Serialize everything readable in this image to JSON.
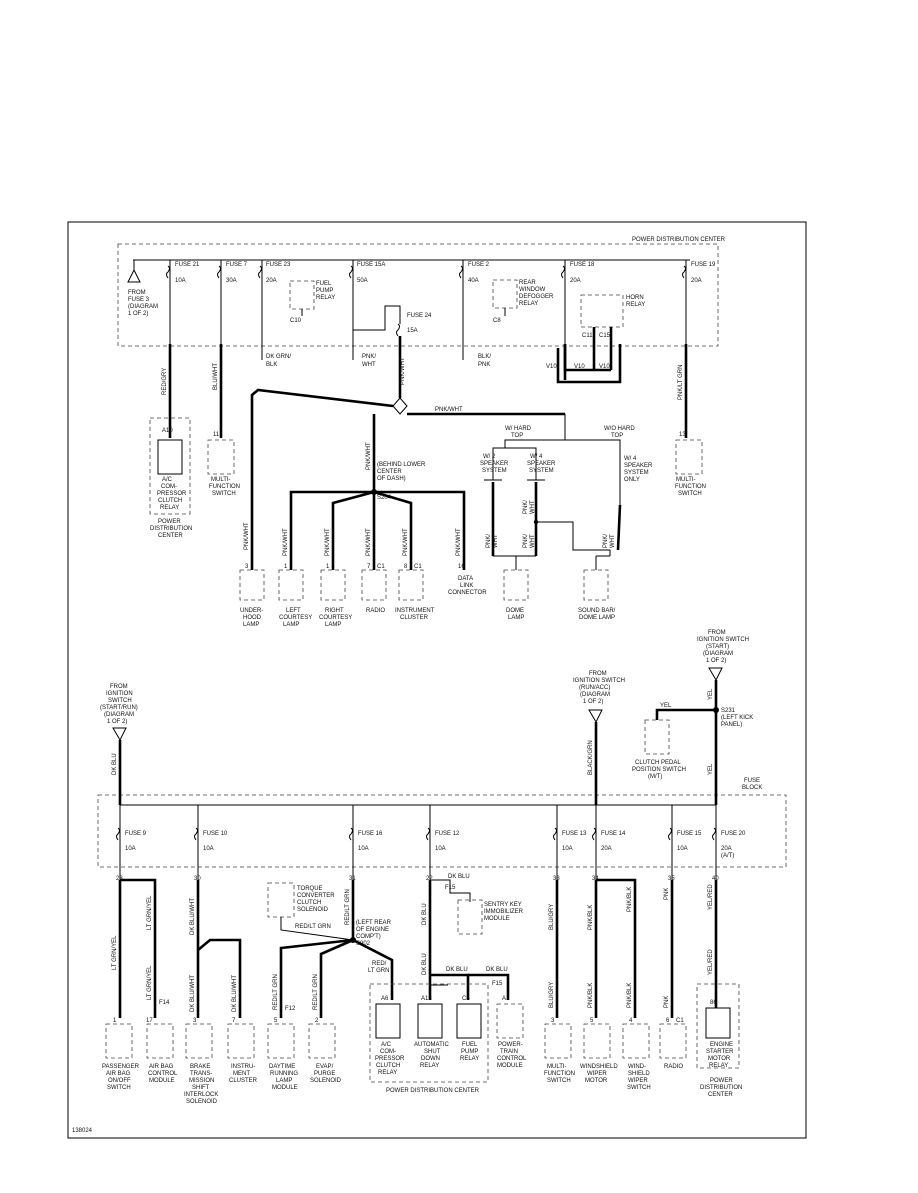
{
  "figure_id": "138024",
  "upper": {
    "pdc_title": "POWER DISTRIBUTION CENTER",
    "fuses": [
      {
        "name": "FUSE 21",
        "rating": "10A"
      },
      {
        "name": "FUSE 7",
        "rating": "30A"
      },
      {
        "name": "FUSE 23",
        "rating": "20A"
      },
      {
        "name": "FUSE 15A",
        "rating": "50A"
      },
      {
        "name": "FUSE 2",
        "rating": "40A"
      },
      {
        "name": "FUSE 18",
        "rating": "20A"
      },
      {
        "name": "FUSE 19",
        "rating": "20A"
      },
      {
        "name": "FUSE 24",
        "rating": "15A"
      }
    ],
    "from_fuse3": [
      "FROM",
      "FUSE 3",
      "(DIAGRAM",
      "1 OF 2)"
    ],
    "fuel_pump_relay": [
      "FUEL",
      "PUMP",
      "RELAY"
    ],
    "rear_defogger_relay": [
      "REAR",
      "WINDOW",
      "DEFOGGER",
      "RELAY"
    ],
    "horn_relay": [
      "HORN",
      "RELAY"
    ],
    "pins": {
      "c10": "C10",
      "c8": "C8",
      "c11": "C11",
      "c15": "C15"
    },
    "wires": {
      "red_gry": "RED/GRY",
      "blu_wht": "BLU/WHT",
      "dk_grn_blk": [
        "DK GRN/",
        "BLK"
      ],
      "pnk_wht_a": [
        "PNK/",
        "WHT"
      ],
      "blk_pnk": [
        "BLK/",
        "PNK"
      ],
      "v10": "V10",
      "pnk_wht": "PNK/WHT",
      "pnk_lt_grn": "PNK/LT GRN"
    },
    "splice_s204": [
      "(BEHIND LOWER",
      "CENTER",
      "OF DASH)",
      "S204"
    ],
    "w_hard_top": [
      "W/ HARD",
      "TOP"
    ],
    "wo_hard_top": [
      "W/O HARD",
      "TOP"
    ],
    "w2_speaker": [
      "W/ 2",
      "SPEAKER",
      "SYSTEM"
    ],
    "w4_speaker": [
      "W/ 4",
      "SPEAKER",
      "SYSTEM"
    ],
    "w4_speaker_only": [
      "W/ 4",
      "SPEAKER",
      "SYSTEM",
      "ONLY"
    ],
    "pins_top": {
      "ac": "A10",
      "mf1": "11",
      "mf2": "13",
      "uh": "3",
      "lc": "1",
      "rc": "1",
      "rad": "7",
      "ic": "8",
      "dlc": "16",
      "c1": "C1"
    },
    "components": {
      "ac_relay": [
        "A/C",
        "COM-",
        "PRESSOR",
        "CLUTCH",
        "RELAY"
      ],
      "ac_relay_loc": [
        "POWER",
        "DISTRIBUTION",
        "CENTER"
      ],
      "mf_switch": [
        "MULTI-",
        "FUNCTION",
        "SWITCH"
      ],
      "underhood": [
        "UNDER-",
        "HOOD",
        "LAMP"
      ],
      "left_courtesy": [
        "LEFT",
        "COURTESY",
        "LAMP"
      ],
      "right_courtesy": [
        "RIGHT",
        "COURTESY",
        "LAMP"
      ],
      "radio": [
        "RADIO"
      ],
      "instrument_cluster": [
        "INSTRUMENT",
        "CLUSTER"
      ],
      "dlc": [
        "DATA",
        "LINK",
        "CONNECTOR"
      ],
      "dome": [
        "DOME",
        "LAMP"
      ],
      "sound_bar": [
        "SOUND BAR/",
        "DOME LAMP"
      ]
    }
  },
  "lower": {
    "fuse_block": [
      "FUSE",
      "BLOCK"
    ],
    "from_ign_start_run": [
      "FROM",
      "IGNITION",
      "SWITCH",
      "(START/RUN)",
      "(DIAGRAM",
      "1 OF 2)"
    ],
    "from_ign_run_acc": [
      "FROM",
      "IGNITION SWITCH",
      "(RUN/ACC)",
      "(DIAGRAM",
      "1 OF 2)"
    ],
    "from_ign_start": [
      "FROM",
      "IGNITION SWITCH",
      "(START)",
      "(DIAGRAM",
      "1 OF 2)"
    ],
    "splice_s231": [
      "S231",
      "(LEFT KICK",
      "PANEL)"
    ],
    "clutch_switch": [
      "CLUTCH PEDAL",
      "POSITION SWITCH",
      "(M/T)"
    ],
    "fuses": [
      {
        "name": "FUSE 9",
        "rating": "10A"
      },
      {
        "name": "FUSE 10",
        "rating": "10A"
      },
      {
        "name": "FUSE 16",
        "rating": "10A"
      },
      {
        "name": "FUSE 12",
        "rating": "10A"
      },
      {
        "name": "FUSE 13",
        "rating": "10A"
      },
      {
        "name": "FUSE 14",
        "rating": "20A"
      },
      {
        "name": "FUSE 15",
        "rating": "10A"
      },
      {
        "name": "FUSE 20",
        "rating": "20A",
        "note": "(A/T)"
      }
    ],
    "wires": {
      "dk_blu": "DK BLU",
      "black_grn": "BLACK/GRN",
      "yel": "YEL",
      "lt_grn_yel": "LT GRN/YEL",
      "dk_blu_wht": "DK BLU/WHT",
      "red_lt_grn": "RED/LT GRN",
      "red_lt_grn_b": [
        "RED/",
        "LT GRN"
      ],
      "blu_gry": "BLU/GRY",
      "pnk_blk": "PNK/BLK",
      "pnk": "PNK",
      "yel_red": "YEL/RED",
      "f14": "F14",
      "f12": "F12",
      "f15": "F15"
    },
    "torque_conv": [
      "TORQUE",
      "CONVERTER",
      "CLUTCH",
      "SOLENOID"
    ],
    "splice_s902": [
      "(LEFT REAR",
      "OF ENGINE",
      "COMP'T)",
      "S902"
    ],
    "sentry_key": [
      "SENTRY KEY",
      "IMMOBILIZER",
      "MODULE"
    ],
    "pdc_bottom": "POWER DISTRIBUTION CENTER",
    "pins_bottom": {
      "sw": "23",
      "p2": "30",
      "p3": "31",
      "p4": "32",
      "p5": "33",
      "p6": "34",
      "p7": "35",
      "p8": "40",
      "p9": "22",
      "a": "1",
      "b": "17",
      "c": "3",
      "d": "7",
      "e": "5",
      "f": "2",
      "g": "A6",
      "h": "A13",
      "i": "C6",
      "j": "A1",
      "k": "3",
      "l": "5",
      "m": "4",
      "n": "6",
      "o": "86",
      "p": "8"
    },
    "components": {
      "passenger_airbag": [
        "PASSENGER",
        "AIR BAG",
        "ON/OFF",
        "SWITCH"
      ],
      "airbag_module": [
        "AIR BAG",
        "CONTROL",
        "MODULE"
      ],
      "brake_interlock": [
        "BRAKE",
        "TRANS-",
        "MISSION",
        "SHIFT",
        "INTERLOCK",
        "SOLENOID"
      ],
      "instrument_cluster": [
        "INSTRU-",
        "MENT",
        "CLUSTER"
      ],
      "drl_module": [
        "DAYTIME",
        "RUNNING",
        "LAMP",
        "MODULE"
      ],
      "evap": [
        "EVAP/",
        "PURGE",
        "SOLENOID"
      ],
      "ac_relay": [
        "A/C",
        "COM-",
        "PRESSOR",
        "CLUTCH",
        "RELAY"
      ],
      "asd_relay": [
        "AUTOMATIC",
        "SHUT",
        "DOWN",
        "RELAY"
      ],
      "fuel_pump_relay": [
        "FUEL",
        "PUMP",
        "RELAY"
      ],
      "pcm": [
        "POWER-",
        "TRAIN",
        "CONTROL",
        "MODULE"
      ],
      "mf_switch": [
        "MULTI-",
        "FUNCTION",
        "SWITCH"
      ],
      "wiper_motor": [
        "WINDSHIELD",
        "WIPER",
        "MOTOR"
      ],
      "wiper_switch": [
        "WIND-",
        "SHIELD",
        "WIPER",
        "SWITCH"
      ],
      "radio": [
        "RADIO"
      ],
      "starter_relay": [
        "ENGINE",
        "STARTER",
        "MOTOR",
        "RELAY"
      ],
      "starter_relay_loc": [
        "POWER",
        "DISTRIBUTION",
        "CENTER"
      ]
    }
  }
}
